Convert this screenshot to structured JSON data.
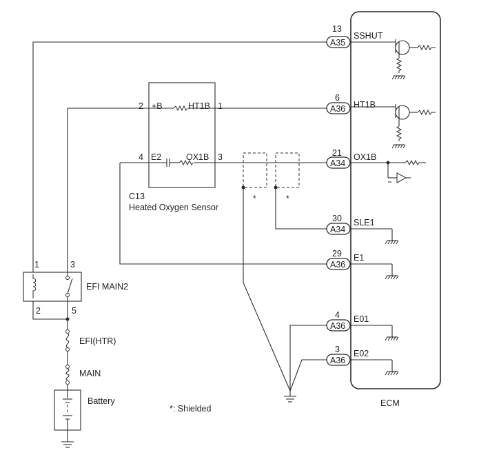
{
  "ecm": {
    "label": "ECM",
    "pins": [
      {
        "pin_no": "13",
        "connector": "A35",
        "signal": "SSHUT"
      },
      {
        "pin_no": "6",
        "connector": "A36",
        "signal": "HT1B"
      },
      {
        "pin_no": "21",
        "connector": "A34",
        "signal": "OX1B"
      },
      {
        "pin_no": "30",
        "connector": "A34",
        "signal": "SLE1"
      },
      {
        "pin_no": "29",
        "connector": "A36",
        "signal": "E1"
      },
      {
        "pin_no": "4",
        "connector": "A36",
        "signal": "E01"
      },
      {
        "pin_no": "3",
        "connector": "A36",
        "signal": "E02"
      }
    ]
  },
  "sensor": {
    "code": "C13",
    "name": "Heated Oxygen Sensor",
    "pins": [
      {
        "pin_no": "2",
        "label": "+B"
      },
      {
        "pin_no": "1",
        "label": "HT1B"
      },
      {
        "pin_no": "4",
        "label": "E2"
      },
      {
        "pin_no": "3",
        "label": "OX1B"
      }
    ]
  },
  "relay": {
    "label": "EFI MAIN2",
    "pins": {
      "p1": "1",
      "p3": "3",
      "p2": "2",
      "p5": "5"
    }
  },
  "fuses": {
    "efi_htr": "EFI(HTR)",
    "main": "MAIN"
  },
  "battery": {
    "label": "Battery"
  },
  "shield": {
    "marker": "*",
    "note": "*: Shielded"
  }
}
